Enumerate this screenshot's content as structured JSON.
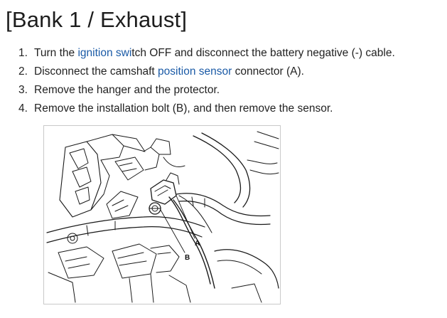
{
  "heading": "[Bank 1 / Exhaust]",
  "steps": [
    {
      "num": "1.",
      "pre": "Turn the ",
      "link": "ignition swi",
      "post": "tch OFF and disconnect the battery negative (-) cable."
    },
    {
      "num": "2.",
      "pre": "Disconnect the camshaft ",
      "link": "position sensor",
      "post": " connector (A)."
    },
    {
      "num": "3.",
      "text": "Remove the hanger and the protector."
    },
    {
      "num": "4.",
      "text": "Remove the installation bolt (B), and then remove the sensor."
    }
  ],
  "figure": {
    "callout_a": "A",
    "callout_b": "B"
  },
  "colors": {
    "link": "#1a5aa6",
    "text": "#222222",
    "frame_border": "#c9c9c9"
  }
}
